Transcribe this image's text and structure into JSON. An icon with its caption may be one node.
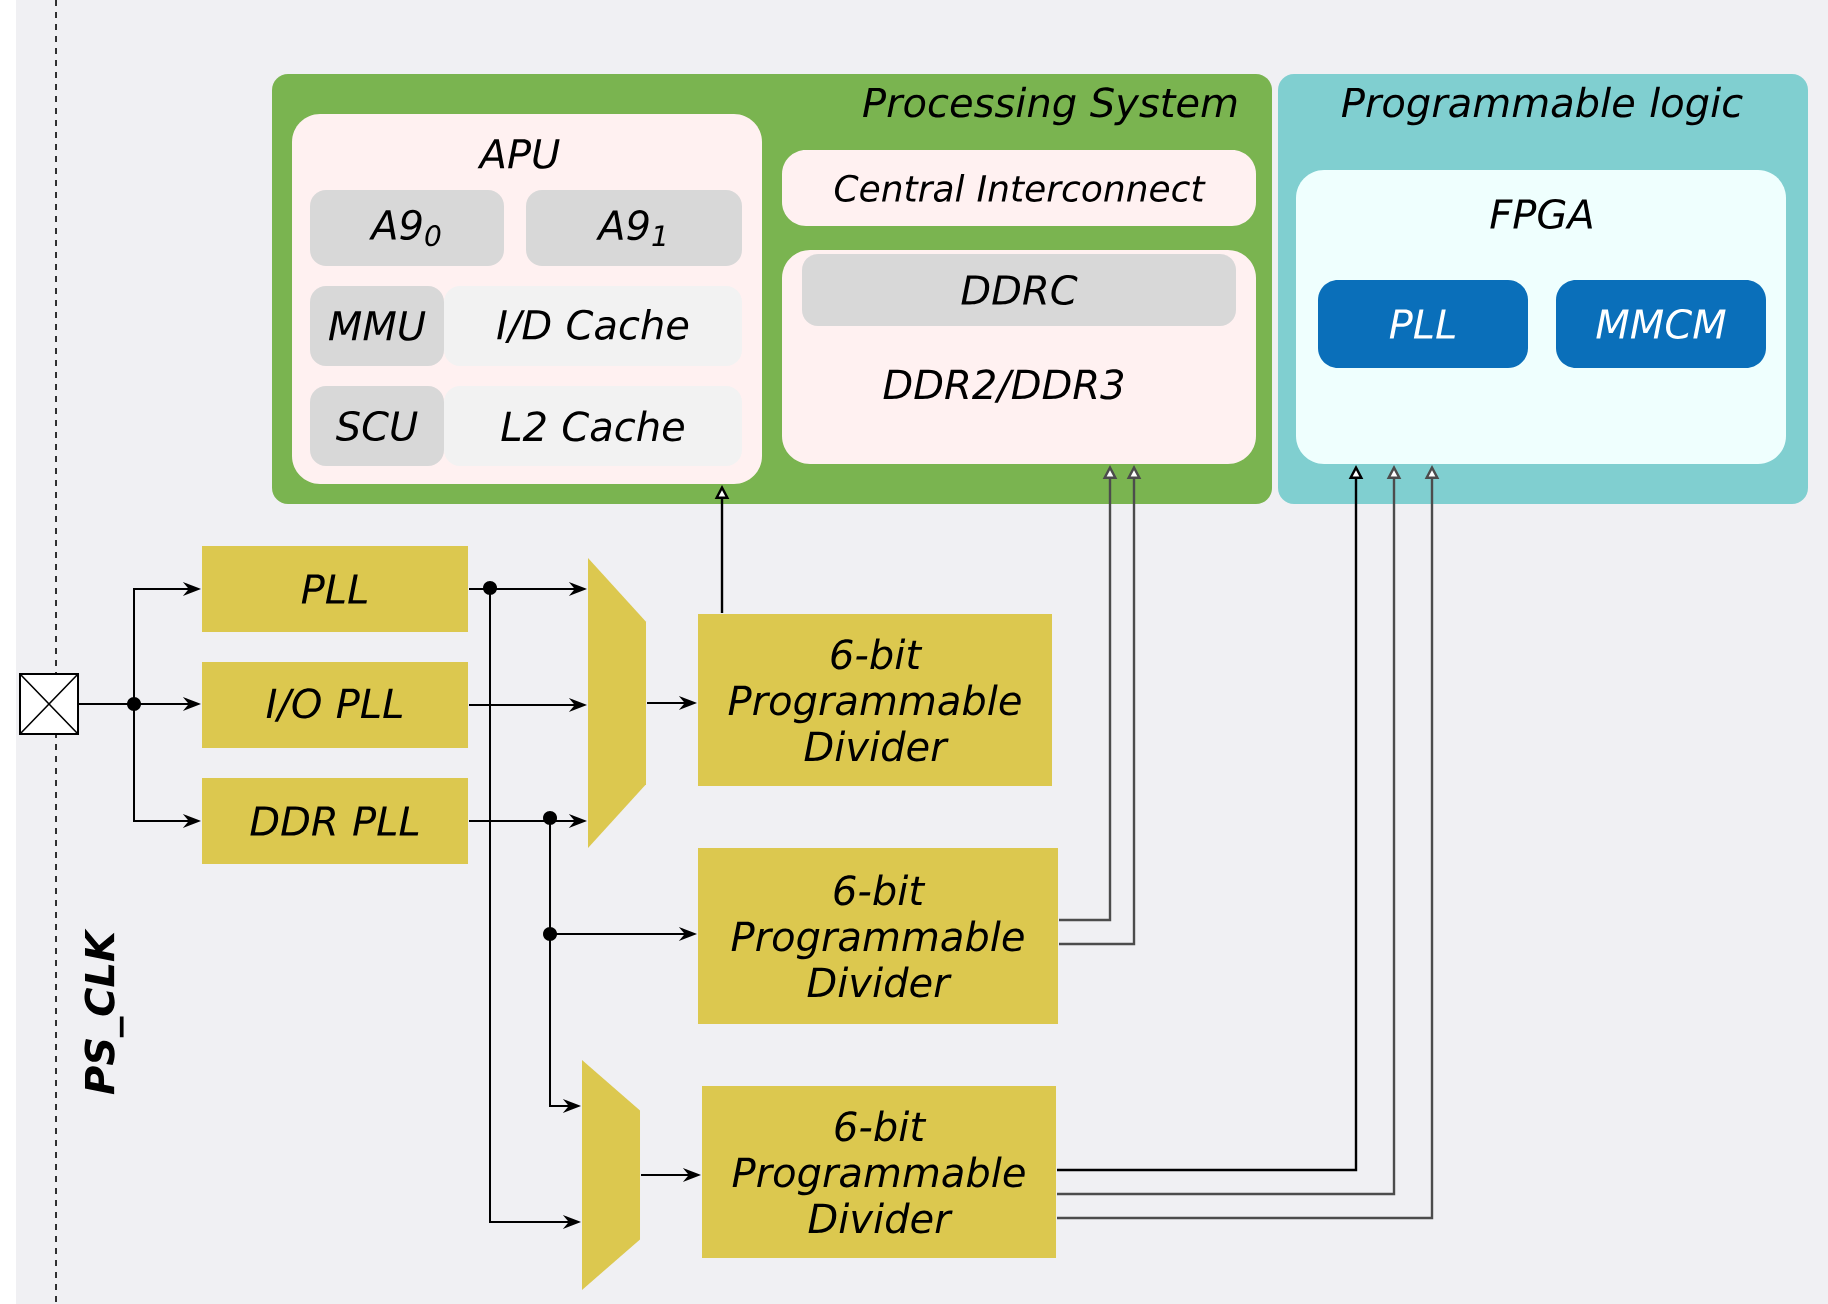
{
  "diagram": {
    "nodes": [
      {
        "text": [
          "Processing System"
        ]
      },
      {
        "text": [
          "APU"
        ],
        "in": 0
      },
      {
        "text": [
          "A9$_{0}$"
        ],
        "in": 1
      },
      {
        "text": [
          "A9$_{1}$"
        ],
        "in": 1
      },
      {
        "text": [
          "MMU"
        ],
        "in": 1
      },
      {
        "text": [
          "I/D Cache"
        ],
        "in": 1
      },
      {
        "text": [
          "SCU"
        ],
        "in": 1
      },
      {
        "text": [
          "L2 Cache"
        ],
        "in": 1
      },
      {
        "text": [
          "Central Interconnect"
        ],
        "in": 0
      },
      {
        "text": [
          "DDR2/DDR3"
        ],
        "in": 0
      },
      {
        "text": [
          "DDRC"
        ],
        "in": 9
      },
      {
        "text": [
          "Programmable logic"
        ]
      },
      {
        "text": [
          "FPGA"
        ],
        "in": 11
      },
      {
        "text": [
          "PLL"
        ],
        "in": 12
      },
      {
        "text": [
          "MMCM"
        ],
        "in": 12
      },
      {
        "text": [],
        "shape": "box"
      },
      {
        "text": [
          "PLL"
        ]
      },
      {
        "text": [
          "I/O PLL"
        ]
      },
      {
        "text": [
          "DDR PLL"
        ]
      },
      {
        "text": [],
        "shape": "trapezoid"
      },
      {
        "text": [
          "6-bit Programmable Divider"
        ]
      },
      {
        "text": [
          "6-bit Programmable Divider"
        ]
      },
      {
        "text": [],
        "shape": "trapezoid"
      },
      {
        "text": [
          "6-bit Programmable Divider"
        ]
      }
    ],
    "edges": [
      {
        "from": 15,
        "to": 16,
        "arrow": "to"
      },
      {
        "from": 15,
        "to": 17,
        "arrow": "to"
      },
      {
        "from": 15,
        "to": 18,
        "arrow": "to"
      },
      {
        "from": 16,
        "to": 19,
        "arrow": "to"
      },
      {
        "from": 17,
        "to": 19,
        "arrow": "to"
      },
      {
        "from": 18,
        "to": 19,
        "arrow": "to"
      },
      {
        "from": 16,
        "to": 22,
        "arrow": "to"
      },
      {
        "from": 18,
        "to": 21,
        "arrow": "to"
      },
      {
        "from": 18,
        "to": 22,
        "arrow": "to"
      },
      {
        "from": 19,
        "to": 20,
        "arrow": "to"
      },
      {
        "from": 22,
        "to": 23,
        "arrow": "to"
      },
      {
        "from": 20,
        "to": 1,
        "arrow": "to"
      },
      {
        "from": 21,
        "to": 9,
        "arrow": "to"
      },
      {
        "from": 21,
        "to": 9,
        "arrow": "to"
      },
      {
        "from": 23,
        "to": 12,
        "arrow": "to"
      },
      {
        "from": 23,
        "to": 12,
        "arrow": "to"
      },
      {
        "from": 23,
        "to": 12,
        "arrow": "to"
      }
    ],
    "labels": [
      "PS_CLK"
    ]
  }
}
